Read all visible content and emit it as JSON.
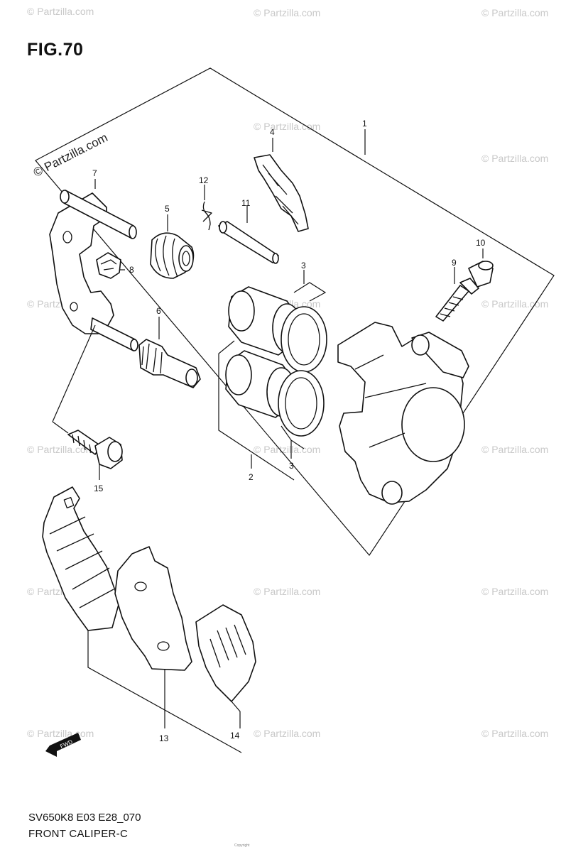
{
  "figure": {
    "title": "FIG.70"
  },
  "footer": {
    "code": "SV650K8 E03 E28_070",
    "caption": "FRONT CALIPER-C",
    "copyright": "Copyright"
  },
  "watermark": {
    "text": "© Partzilla.com",
    "text_lower": "© Partzilla.com",
    "text_corner": "© Partzilla.com"
  },
  "arrow": {
    "label": "FWD"
  },
  "callouts": {
    "c1": "1",
    "c2": "2",
    "c3a": "3",
    "c3b": "3",
    "c4": "4",
    "c5": "5",
    "c6": "6",
    "c7": "7",
    "c8": "8",
    "c9": "9",
    "c10": "10",
    "c11": "11",
    "c12": "12",
    "c13": "13",
    "c14": "14",
    "c15": "15"
  }
}
